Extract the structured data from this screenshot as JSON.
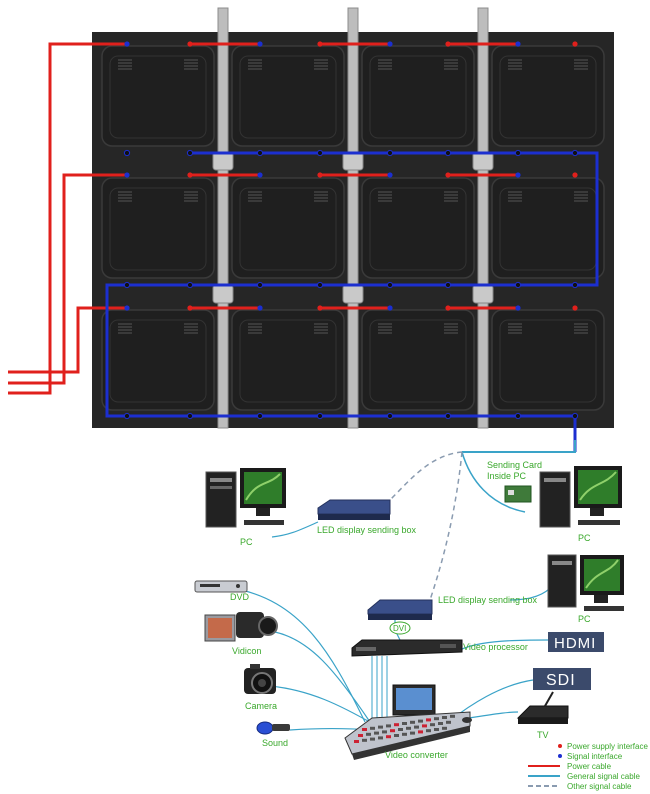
{
  "labels": {
    "pc_left": "PC",
    "sending_box_top": "LED display sending box",
    "sending_card": "Sending Card",
    "inside_pc": "Inside PC",
    "pc_right_top": "PC",
    "dvd": "DVD",
    "vidicon": "Vidicon",
    "camera": "Camera",
    "sound": "Sound",
    "sending_box_mid": "LED display sending box",
    "dvi": "DVI",
    "video_processor": "Video processor",
    "pc_right_mid": "PC",
    "hdmi": "HDMI",
    "sdi": "SDI",
    "tv": "TV",
    "video_converter": "Video converter"
  },
  "legend": [
    {
      "label": "Power supply interface",
      "color": "#e0201c",
      "kind": "dot"
    },
    {
      "label": "Signal interface",
      "color": "#1c2fd0",
      "kind": "dot"
    },
    {
      "label": "Power cable",
      "color": "#e0201c",
      "kind": "line"
    },
    {
      "label": "General signal cable",
      "color": "#3aa3c8",
      "kind": "line"
    },
    {
      "label": "Other signal cable",
      "color": "#8a9bb0",
      "kind": "dash"
    }
  ],
  "colors": {
    "panel": "#262626",
    "cabinet": "#1a1a1a",
    "power": "#e0201c",
    "signal": "#1c2fd0",
    "general": "#3aa3c8",
    "other": "#8a9bb0",
    "label_green": "#3aa82c",
    "badge": "#3b4a6b"
  }
}
